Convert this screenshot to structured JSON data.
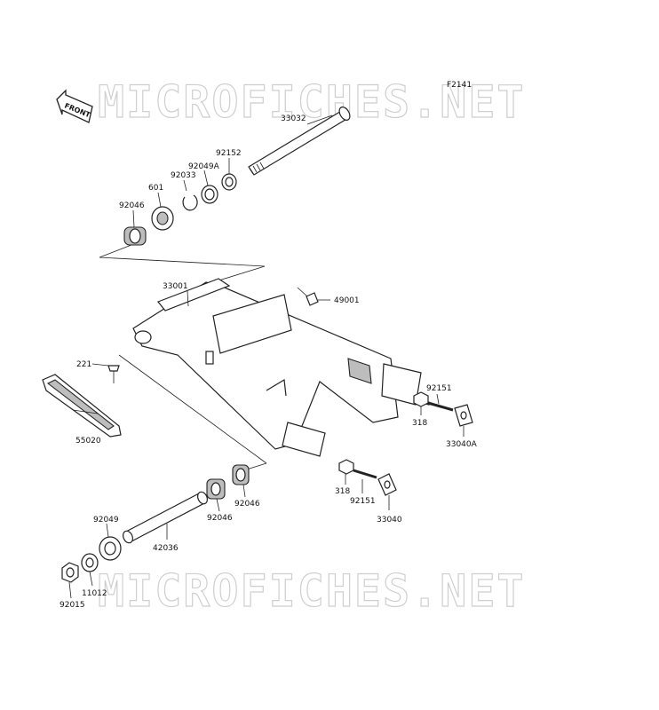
{
  "figure_code": "F2141",
  "front_label": "FRONT",
  "watermark_text": "MICROFICHES.NET",
  "part_labels": {
    "p33032": "33032",
    "p92152": "92152",
    "p92049A": "92049A",
    "p92033": "92033",
    "p601": "601",
    "p92046_top": "92046",
    "p33001": "33001",
    "p49001": "49001",
    "p221": "221",
    "p55020": "55020",
    "p92151_right": "92151",
    "p318_right": "318",
    "p33040A": "33040A",
    "p318_mid": "318",
    "p92151_mid": "92151",
    "p33040": "33040",
    "p92046_a": "92046",
    "p92046_b": "92046",
    "p92049": "92049",
    "p42036": "42036",
    "p11012": "11012",
    "p92015": "92015"
  },
  "colors": {
    "line": "#222222",
    "shade": "#bdbdbd",
    "watermark": "#cfcfcf"
  }
}
